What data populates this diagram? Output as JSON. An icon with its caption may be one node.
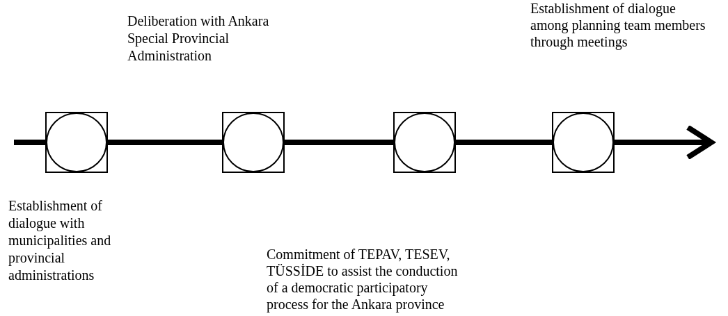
{
  "diagram": {
    "nodes": [
      {
        "text": [],
        "shape": "box",
        "beside": [
          "Establishment of dialogue with municipalities and provincial administrations"
        ]
      },
      {
        "text": [],
        "shape": "box",
        "beside": [
          "Deliberation with Ankara Special Provincial Administration"
        ]
      },
      {
        "text": [],
        "shape": "box"
      },
      {
        "text": [],
        "shape": "box"
      }
    ],
    "edges": [
      {
        "from": null,
        "to": 0,
        "arrow": "none"
      },
      {
        "from": 0,
        "to": 1,
        "arrow": "none"
      },
      {
        "from": 1,
        "to": 2,
        "arrow": "none"
      },
      {
        "from": 2,
        "to": 3,
        "arrow": "none"
      },
      {
        "from": 3,
        "to": null,
        "arrow": "to"
      }
    ],
    "labels": [
      "Establishment of dialogue among planning team members through meetings",
      "Commitment of TEPAV, TESEV, TÜSSİDE to assist the conduction of a democratic participatory process for the Ankara province"
    ]
  }
}
